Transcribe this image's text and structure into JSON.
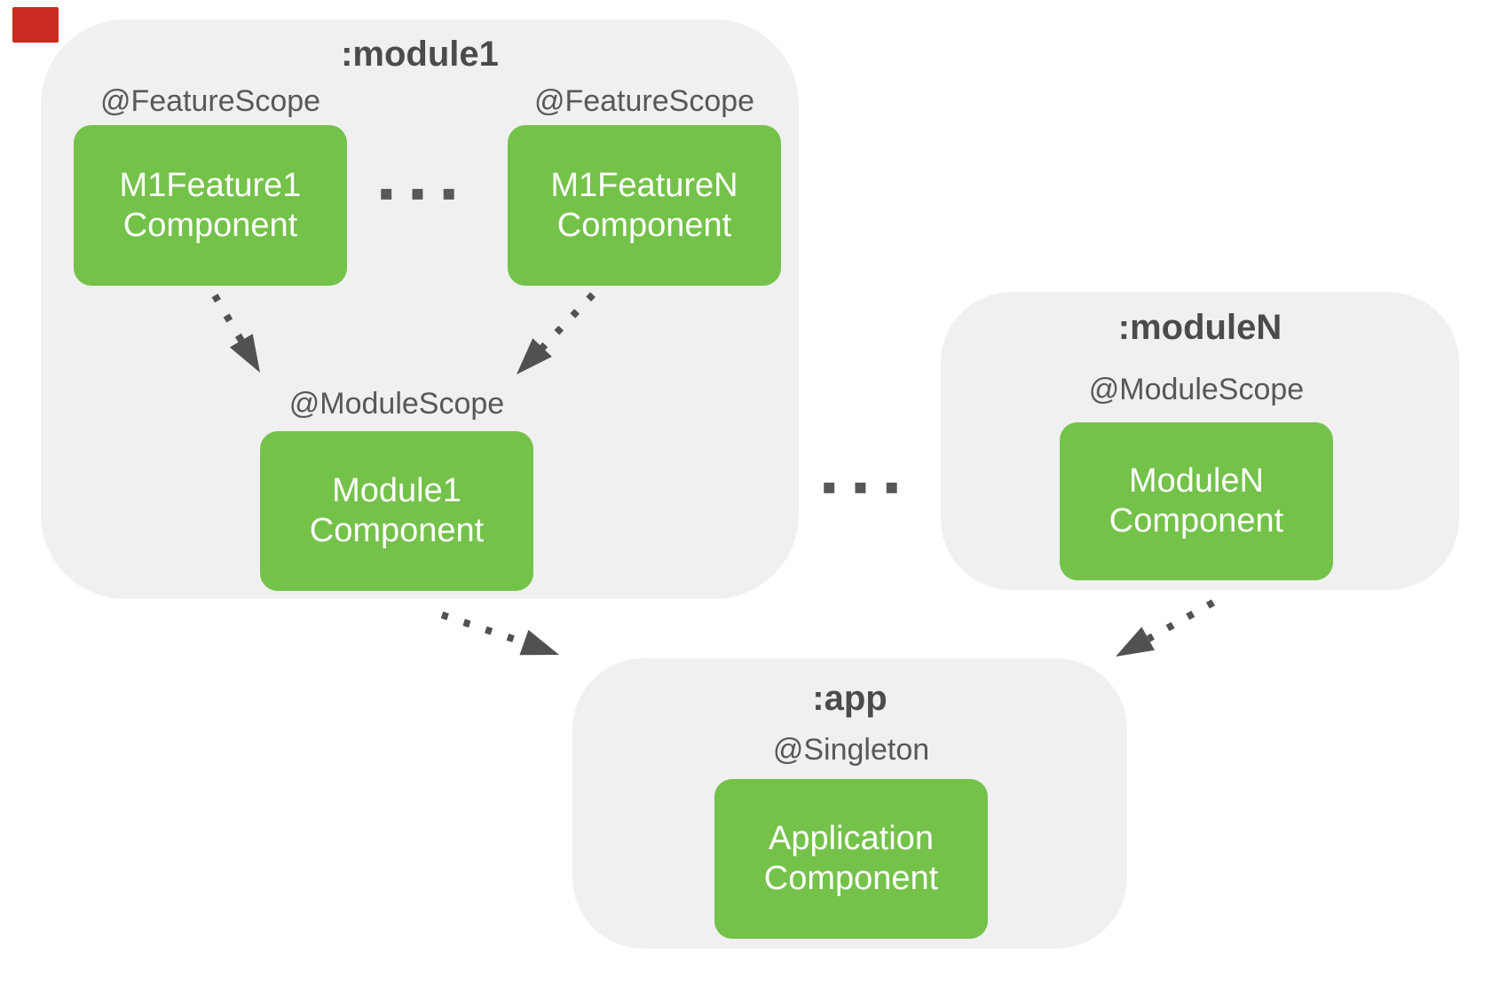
{
  "module1": {
    "title": ":module1",
    "features": [
      {
        "scope": "@FeatureScope",
        "line1": "M1Feature1",
        "line2": "Component"
      },
      {
        "scope": "@FeatureScope",
        "line1": "M1FeatureN",
        "line2": "Component"
      }
    ],
    "feature_dots": "▪▪▪",
    "module_scope": "@ModuleScope",
    "module_component": {
      "line1": "Module1",
      "line2": "Component"
    }
  },
  "moduleN": {
    "title": ":moduleN",
    "scope": "@ModuleScope",
    "component": {
      "line1": "ModuleN",
      "line2": "Component"
    }
  },
  "app": {
    "title": ":app",
    "scope": "@Singleton",
    "component": {
      "line1": "Application",
      "line2": "Component"
    }
  },
  "between_modules_dots": "▪▪▪",
  "colors": {
    "component_green": "#74c24a",
    "container_gray": "#f0f0f0",
    "title_text": "#4b4b4d",
    "label_text": "#58585a",
    "component_text": "#ffffff",
    "arrow_gray": "#515153",
    "corner_marker_red": "#cb2b20"
  }
}
